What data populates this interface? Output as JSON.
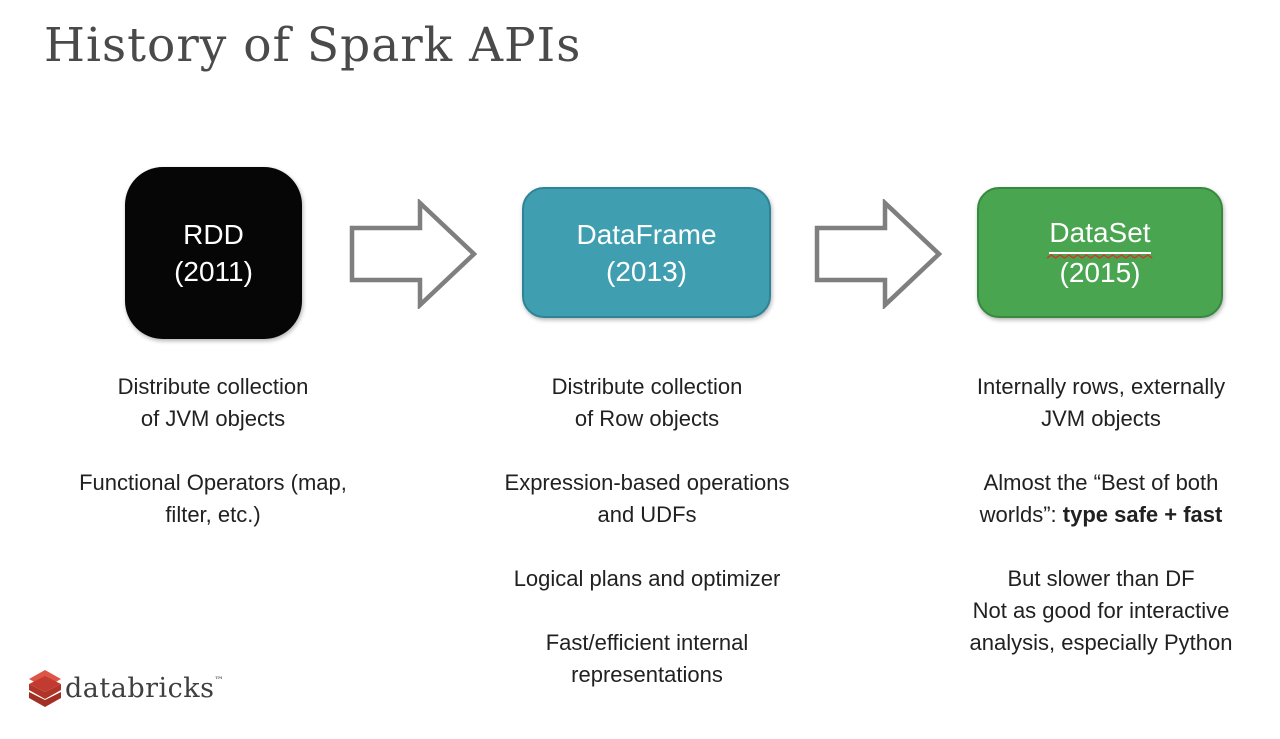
{
  "slide": {
    "title": "History of Spark APIs",
    "arrow_color": "#7f7f7f",
    "title_color": "#4a4a4a",
    "body_text_color": "#212121",
    "stages": [
      {
        "name": "RDD",
        "year": "(2011)",
        "colors": {
          "fill": "#060606",
          "border": "#060606",
          "text": "#ffffff"
        },
        "notes": [
          "Distribute collection\nof JVM objects",
          "Functional Operators (map,\nfilter, etc.)"
        ]
      },
      {
        "name": "DataFrame",
        "year": "(2013)",
        "colors": {
          "fill": "#3f9fb1",
          "border": "#2e8396",
          "text": "#ffffff"
        },
        "notes": [
          "Distribute collection\nof Row objects",
          "Expression-based operations\nand UDFs",
          "Logical plans and optimizer",
          "Fast/efficient internal\nrepresentations"
        ]
      },
      {
        "name": "DataSet",
        "year": "(2015)",
        "colors": {
          "fill": "#4aa551",
          "border": "#37893e",
          "text": "#ffffff"
        },
        "spellcheck_underline": true,
        "squiggle_color": "#cf3a2c",
        "notes": [
          "Internally rows, externally\nJVM objects",
          {
            "prefix": "Almost the “Best of both\nworlds”: ",
            "emphasis": "type safe + fast"
          },
          "But slower than DF\nNot as good for interactive\nanalysis, especially Python"
        ]
      }
    ],
    "logo": {
      "text": "databricks",
      "trademark": "™",
      "brand_color": "#c43a2e"
    }
  }
}
